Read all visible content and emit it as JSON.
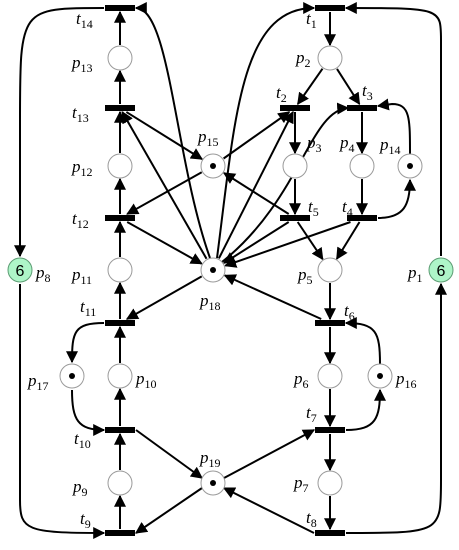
{
  "diagram": {
    "places": [
      {
        "id": "p1",
        "label": "p",
        "sub": "1",
        "tokens": 6,
        "resource": true
      },
      {
        "id": "p2",
        "label": "p",
        "sub": "2",
        "tokens": 0
      },
      {
        "id": "p3",
        "label": "p",
        "sub": "3",
        "tokens": 0
      },
      {
        "id": "p4",
        "label": "p",
        "sub": "4",
        "tokens": 0
      },
      {
        "id": "p5",
        "label": "p",
        "sub": "5",
        "tokens": 0
      },
      {
        "id": "p6",
        "label": "p",
        "sub": "6",
        "tokens": 0
      },
      {
        "id": "p7",
        "label": "p",
        "sub": "7",
        "tokens": 0
      },
      {
        "id": "p8",
        "label": "p",
        "sub": "8",
        "tokens": 6,
        "resource": true
      },
      {
        "id": "p9",
        "label": "p",
        "sub": "9",
        "tokens": 0
      },
      {
        "id": "p10",
        "label": "p",
        "sub": "10",
        "tokens": 0
      },
      {
        "id": "p11",
        "label": "p",
        "sub": "11",
        "tokens": 0
      },
      {
        "id": "p12",
        "label": "p",
        "sub": "12",
        "tokens": 0
      },
      {
        "id": "p13",
        "label": "p",
        "sub": "13",
        "tokens": 0
      },
      {
        "id": "p14",
        "label": "p",
        "sub": "14",
        "tokens": 1
      },
      {
        "id": "p15",
        "label": "p",
        "sub": "15",
        "tokens": 1
      },
      {
        "id": "p16",
        "label": "p",
        "sub": "16",
        "tokens": 1
      },
      {
        "id": "p17",
        "label": "p",
        "sub": "17",
        "tokens": 1
      },
      {
        "id": "p18",
        "label": "p",
        "sub": "18",
        "tokens": 1
      },
      {
        "id": "p19",
        "label": "p",
        "sub": "19",
        "tokens": 1
      }
    ],
    "transitions": [
      {
        "id": "t1",
        "label": "t",
        "sub": "1"
      },
      {
        "id": "t2",
        "label": "t",
        "sub": "2"
      },
      {
        "id": "t3",
        "label": "t",
        "sub": "3"
      },
      {
        "id": "t4",
        "label": "t",
        "sub": "4"
      },
      {
        "id": "t5",
        "label": "t",
        "sub": "5"
      },
      {
        "id": "t6",
        "label": "t",
        "sub": "6"
      },
      {
        "id": "t7",
        "label": "t",
        "sub": "7"
      },
      {
        "id": "t8",
        "label": "t",
        "sub": "8"
      },
      {
        "id": "t9",
        "label": "t",
        "sub": "9"
      },
      {
        "id": "t10",
        "label": "t",
        "sub": "10"
      },
      {
        "id": "t11",
        "label": "t",
        "sub": "11"
      },
      {
        "id": "t12",
        "label": "t",
        "sub": "12"
      },
      {
        "id": "t13",
        "label": "t",
        "sub": "13"
      },
      {
        "id": "t14",
        "label": "t",
        "sub": "14"
      }
    ],
    "arcs": [
      [
        "t1",
        "p2"
      ],
      [
        "p2",
        "t2"
      ],
      [
        "p2",
        "t3"
      ],
      [
        "t2",
        "p3"
      ],
      [
        "p3",
        "t5"
      ],
      [
        "t3",
        "p4"
      ],
      [
        "p4",
        "t4"
      ],
      [
        "t5",
        "p5"
      ],
      [
        "t4",
        "p5"
      ],
      [
        "p5",
        "t6"
      ],
      [
        "t6",
        "p6"
      ],
      [
        "p6",
        "t7"
      ],
      [
        "t7",
        "p7"
      ],
      [
        "p7",
        "t8"
      ],
      [
        "p14",
        "t3"
      ],
      [
        "t4",
        "p14"
      ],
      [
        "p16",
        "t6"
      ],
      [
        "t7",
        "p16"
      ],
      [
        "t9",
        "p9"
      ],
      [
        "p9",
        "t10"
      ],
      [
        "t10",
        "p10"
      ],
      [
        "p10",
        "t11"
      ],
      [
        "t11",
        "p11"
      ],
      [
        "p11",
        "t12"
      ],
      [
        "t12",
        "p12"
      ],
      [
        "p12",
        "t13"
      ],
      [
        "t13",
        "p13"
      ],
      [
        "p13",
        "t14"
      ],
      [
        "t11",
        "p17"
      ],
      [
        "p17",
        "t10"
      ],
      [
        "t13",
        "p15"
      ],
      [
        "p15",
        "t2"
      ],
      [
        "t5",
        "p15"
      ],
      [
        "p15",
        "t12"
      ],
      [
        "p18",
        "t14"
      ],
      [
        "p18",
        "t13"
      ],
      [
        "p18",
        "t1"
      ],
      [
        "p18",
        "t2"
      ],
      [
        "p18",
        "t3"
      ],
      [
        "t12",
        "p18"
      ],
      [
        "t4",
        "p18"
      ],
      [
        "t5",
        "p18"
      ],
      [
        "t6",
        "p18"
      ],
      [
        "p18",
        "t11"
      ],
      [
        "t10",
        "p19"
      ],
      [
        "p19",
        "t7"
      ],
      [
        "p19",
        "t9"
      ],
      [
        "t8",
        "p19"
      ],
      [
        "t14",
        "p8"
      ],
      [
        "p8",
        "t9"
      ],
      [
        "t8",
        "p1"
      ],
      [
        "p1",
        "t1"
      ]
    ]
  }
}
